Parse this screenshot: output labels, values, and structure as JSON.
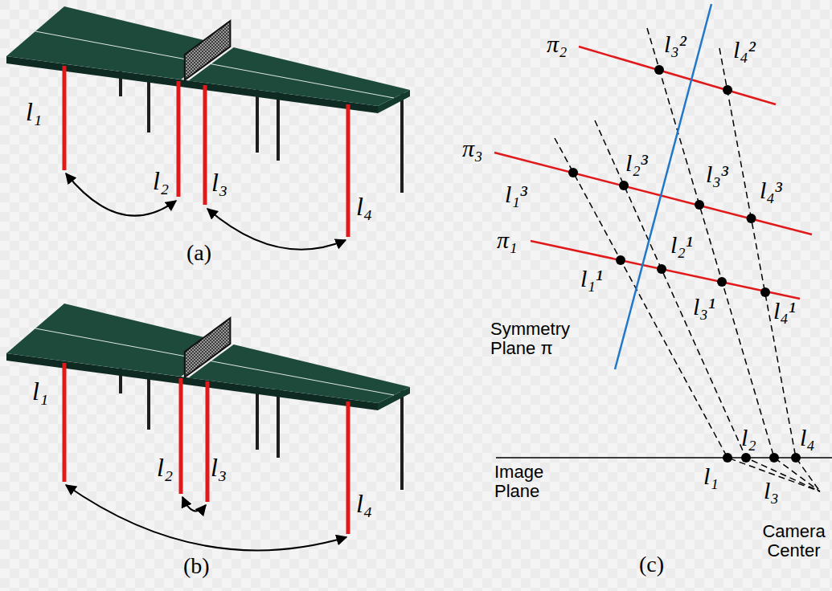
{
  "diagram": {
    "labels": [
      "l₁",
      "l₂",
      "l₃",
      "l₄",
      "(a)",
      "l₁",
      "l₂",
      "l₃",
      "l₄",
      "(b)",
      "π₂",
      "l₃²",
      "l₄²",
      "π₃",
      "l₁³",
      "l₂³",
      "l₃³",
      "l₄³",
      "π₁",
      "l₁¹",
      "l₂¹",
      "l₃¹",
      "l₄¹",
      "Symmetry Plane π",
      "Image Plane",
      "l₁",
      "l₂",
      "l₃",
      "l₄",
      "Camera Center",
      "(c)"
    ]
  }
}
